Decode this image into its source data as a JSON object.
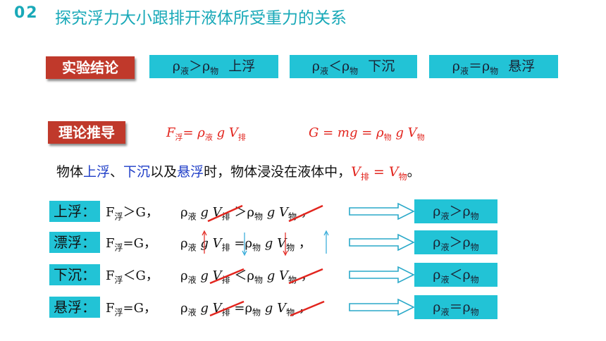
{
  "header": {
    "number": "02",
    "title": "探究浮力大小跟排开液体所受重力的关系"
  },
  "conclusion": {
    "label": "实验结论",
    "boxes": [
      {
        "rho1": "ρ",
        "sub1": "液",
        "op": "＞",
        "rho2": "ρ",
        "sub2": "物",
        "result": "上浮"
      },
      {
        "rho1": "ρ",
        "sub1": "液",
        "op": "＜",
        "rho2": "ρ",
        "sub2": "物",
        "result": "下沉"
      },
      {
        "rho1": "ρ",
        "sub1": "液",
        "op": "＝",
        "rho2": "ρ",
        "sub2": "物",
        "result": "悬浮"
      }
    ]
  },
  "derivation": {
    "label": "理论推导",
    "formula1": {
      "F": "F",
      "Fsub": "浮",
      "eq": "=  ρ",
      "rsub": "液",
      "g": " g V",
      "vsub": "排"
    },
    "formula2": {
      "G": "G = mg = ρ",
      "rsub": "物",
      "g": " g V",
      "vsub": "物"
    }
  },
  "statement": {
    "p1": "物体",
    "w1": "上浮",
    "p2": "、",
    "w2": "下沉",
    "p3": "以及",
    "w3": "悬浮",
    "p4": "时，物体浸没在液体中，",
    "v1": "V",
    "v1sub": "排",
    "eq": " = ",
    "v2": "V",
    "v2sub": "物",
    "end": "。"
  },
  "rows": [
    {
      "label": "上浮：",
      "f": "F",
      "fsub": "浮",
      "rel": "＞G，",
      "lhs_rho": "ρ",
      "lhs_sub": "液",
      "g1": "g",
      "v1": "V",
      "v1sub": "排",
      "cmp": "＞",
      "rhs_rho": "ρ",
      "rhs_sub": "物",
      "g2": "g",
      "v2": "V",
      "v2sub": "物",
      "comma": "，",
      "res_rho1": "ρ",
      "res_sub1": "液",
      "res_op": "＞",
      "res_rho2": "ρ",
      "res_sub2": "物"
    },
    {
      "label": "漂浮：",
      "f": "F",
      "fsub": "浮",
      "rel": "=G，",
      "lhs_rho": "ρ",
      "lhs_sub": "液",
      "g1": "g",
      "v1": "V",
      "v1sub": "排",
      "cmp": "=",
      "rhs_rho": "ρ",
      "rhs_sub": "物",
      "g2": "g",
      "v2": "V",
      "v2sub": "物",
      "comma": "，",
      "res_rho1": "ρ",
      "res_sub1": "液",
      "res_op": "＞",
      "res_rho2": "ρ",
      "res_sub2": "物"
    },
    {
      "label": "下沉：",
      "f": "F",
      "fsub": "浮",
      "rel": "＜G，",
      "lhs_rho": "ρ",
      "lhs_sub": "液",
      "g1": "g",
      "v1": "V",
      "v1sub": "排",
      "cmp": "＜",
      "rhs_rho": "ρ",
      "rhs_sub": "物",
      "g2": "g",
      "v2": "V",
      "v2sub": "物",
      "comma": "，",
      "res_rho1": "ρ",
      "res_sub1": "液",
      "res_op": "＜",
      "res_rho2": "ρ",
      "res_sub2": "物"
    },
    {
      "label": "悬浮：",
      "f": "F",
      "fsub": "浮",
      "rel": "=G，",
      "lhs_rho": "ρ",
      "lhs_sub": "液",
      "g1": "g",
      "v1": "V",
      "v1sub": "排",
      "cmp": "=",
      "rhs_rho": "ρ",
      "rhs_sub": "物",
      "g2": "g",
      "v2": "V",
      "v2sub": "物",
      "comma": "，",
      "res_rho1": "ρ",
      "res_sub1": "液",
      "res_op": "＝",
      "res_rho2": "ρ",
      "res_sub2": "物"
    }
  ],
  "colors": {
    "accent": "#19a9b8",
    "box": "#22c3d6",
    "tag": "#c0392b",
    "strike": "#e2251e",
    "blue": "#1d3cc7"
  }
}
